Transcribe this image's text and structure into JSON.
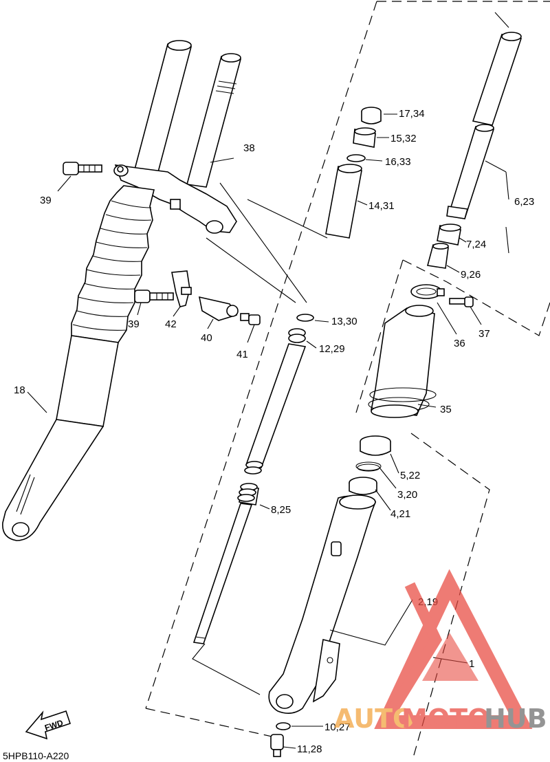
{
  "diagram": {
    "code": "5HPB110-A220",
    "fwd": "FWD",
    "labels": {
      "p1": "1",
      "p2_19": "2,19",
      "p3_20": "3,20",
      "p4_21": "4,21",
      "p5_22": "5,22",
      "p6_23": "6,23",
      "p7_24": "7,24",
      "p8_25": "8,25",
      "p9_26": "9,26",
      "p10_27": "10,27",
      "p11_28": "11,28",
      "p12_29": "12,29",
      "p13_30": "13,30",
      "p14_31": "14,31",
      "p15_32": "15,32",
      "p16_33": "16,33",
      "p17_34": "17,34",
      "p18": "18",
      "p35": "35",
      "p36": "36",
      "p37": "37",
      "p38": "38",
      "p39a": "39",
      "p39b": "39",
      "p40": "40",
      "p41": "41",
      "p42": "42"
    }
  },
  "watermark": {
    "auto": "AUTO",
    "moto": "MOTO",
    "hub": "HUB",
    "colors": {
      "red": "#e8493f",
      "orange": "#f2a23b",
      "gray": "#6b6b6b"
    }
  }
}
